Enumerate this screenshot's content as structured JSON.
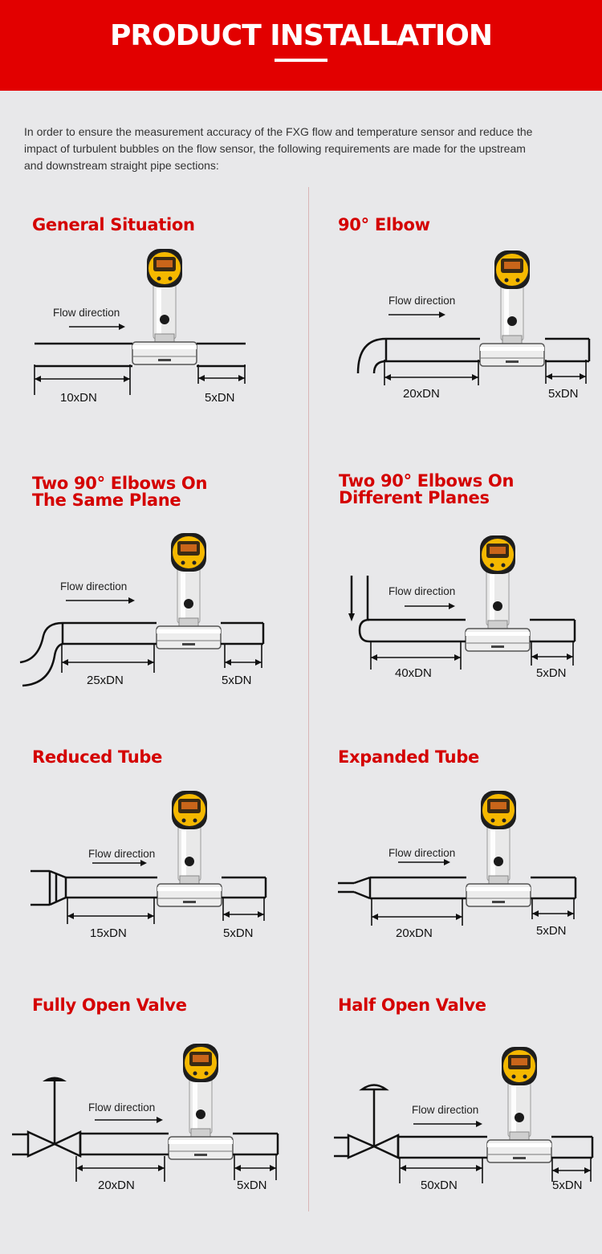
{
  "header": {
    "title": "PRODUCT INSTALLATION"
  },
  "intro": "In order to ensure the measurement accuracy of the FXG flow and temperature sensor and reduce the impact of turbulent bubbles on the flow sensor, the following requirements are made for the upstream and downstream straight pipe sections:",
  "flow_label": "Flow direction",
  "sections": [
    {
      "title": "General Situation",
      "upstream": "10xDN",
      "downstream": "5xDN",
      "fitting": "none"
    },
    {
      "title": "90° Elbow",
      "upstream": "20xDN",
      "downstream": "5xDN",
      "fitting": "elbow"
    },
    {
      "title_lines": [
        "Two 90° Elbows On",
        "The Same Plane"
      ],
      "upstream": "25xDN",
      "downstream": "5xDN",
      "fitting": "two-elbows-same-plane"
    },
    {
      "title_lines": [
        "Two 90° Elbows On",
        "Different Planes"
      ],
      "upstream": "40xDN",
      "downstream": "5xDN",
      "fitting": "two-elbows-different-planes"
    },
    {
      "title": "Reduced Tube",
      "upstream": "15xDN",
      "downstream": "5xDN",
      "fitting": "reducer"
    },
    {
      "title": "Expanded Tube",
      "upstream": "20xDN",
      "downstream": "5xDN",
      "fitting": "expander"
    },
    {
      "title": "Fully Open Valve",
      "upstream": "20xDN",
      "downstream": "5xDN",
      "fitting": "valve"
    },
    {
      "title": "Half Open Valve",
      "upstream": "50xDN",
      "downstream": "5xDN",
      "fitting": "valve"
    }
  ],
  "colors": {
    "header_bg": "#e20000",
    "section_title": "#d40000",
    "background": "#e8e8ea",
    "display": "#f5b800"
  }
}
